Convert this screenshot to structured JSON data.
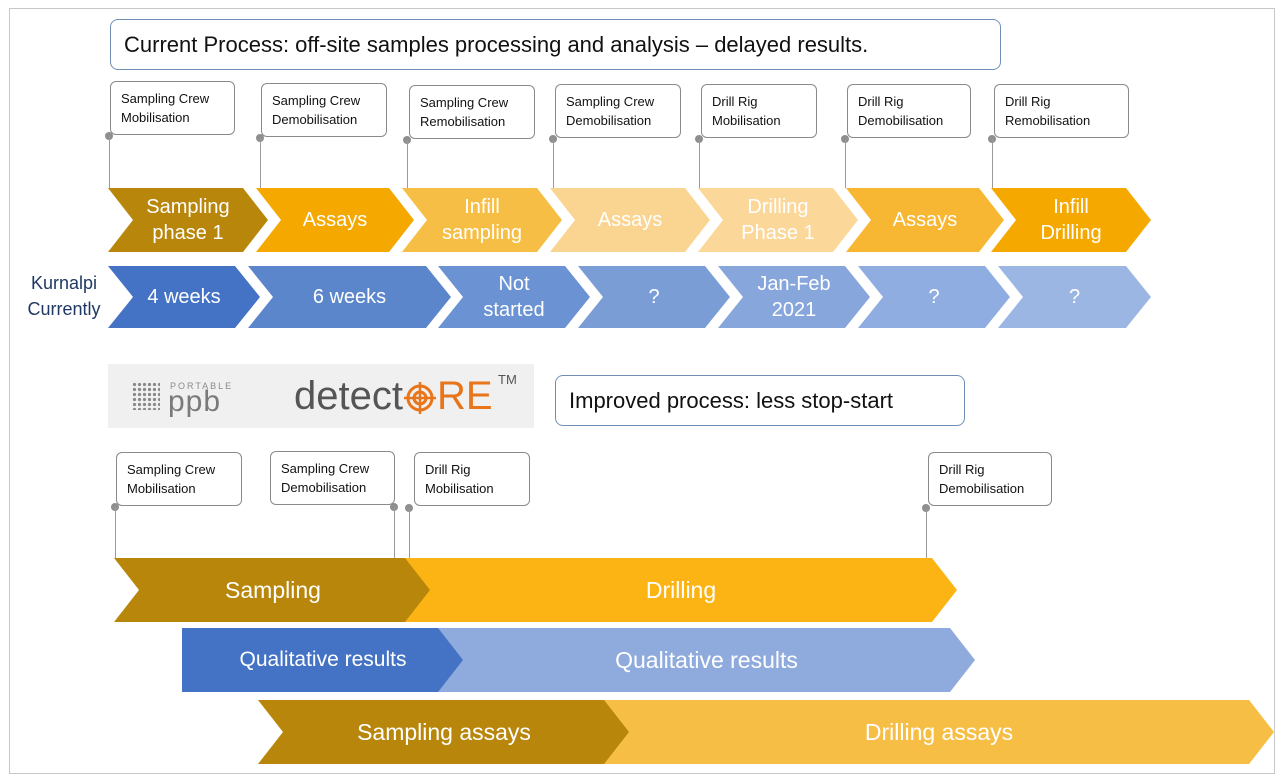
{
  "current_title": "Current Process: off-site samples processing and analysis – delayed results.",
  "improved_title": "Improved process: less stop-start",
  "row_label": [
    "Kurnalpi",
    "Currently"
  ],
  "logo": {
    "small_text": "PORTABLE",
    "big_text": "ppb",
    "brand_pre": "detect",
    "brand_post": "RE",
    "tm": "TM"
  },
  "current_callouts": [
    [
      "Sampling Crew",
      "Mobilisation"
    ],
    [
      "Sampling Crew",
      "Demobilisation"
    ],
    [
      "Sampling Crew",
      "Remobilisation"
    ],
    [
      "Sampling Crew",
      "Demobilisation"
    ],
    [
      "Drill Rig",
      "Mobilisation"
    ],
    [
      "Drill Rig",
      "Demobilisation"
    ],
    [
      "Drill Rig",
      "Remobilisation"
    ]
  ],
  "current_phases": [
    {
      "label": [
        "Sampling",
        "phase 1"
      ],
      "color": "#b8860b"
    },
    {
      "label": [
        "Assays"
      ],
      "color": "#f5a800"
    },
    {
      "label": [
        "Infill",
        "sampling"
      ],
      "color": "#f7be45"
    },
    {
      "label": [
        "Assays"
      ],
      "color": "#fad591"
    },
    {
      "label": [
        "Drilling",
        "Phase 1"
      ],
      "color": "#fbd79a"
    },
    {
      "label": [
        "Assays"
      ],
      "color": "#f7b733"
    },
    {
      "label": [
        "Infill",
        "Drilling"
      ],
      "color": "#f5a800"
    }
  ],
  "current_status": [
    {
      "label": [
        "4 weeks"
      ],
      "color": "#4472c4"
    },
    {
      "label": [
        "6 weeks"
      ],
      "color": "#5b86cc"
    },
    {
      "label": [
        "Not",
        "started"
      ],
      "color": "#6b92d2"
    },
    {
      "label": [
        "?"
      ],
      "color": "#7a9dd6"
    },
    {
      "label": [
        "Jan-Feb",
        "2021"
      ],
      "color": "#86a6dc"
    },
    {
      "label": [
        "?"
      ],
      "color": "#8fade0"
    },
    {
      "label": [
        "?"
      ],
      "color": "#9bb6e3"
    }
  ],
  "improved_callouts": [
    [
      "Sampling Crew",
      "Mobilisation"
    ],
    [
      "Sampling Crew",
      "Demobilisation"
    ],
    [
      "Drill Rig",
      "Mobilisation"
    ],
    [
      "Drill Rig",
      "Demobilisation"
    ]
  ],
  "improved_bars": [
    {
      "label": "Sampling",
      "color": "#b8860b"
    },
    {
      "label": "Drilling",
      "color": "#fcb414"
    },
    {
      "label": "Qualitative results",
      "color": "#4472c4"
    },
    {
      "label": "Qualitative results",
      "color": "#8faadc"
    },
    {
      "label": "Sampling assays",
      "color": "#b8860b"
    },
    {
      "label": "Drilling assays",
      "color": "#f7be45"
    }
  ]
}
